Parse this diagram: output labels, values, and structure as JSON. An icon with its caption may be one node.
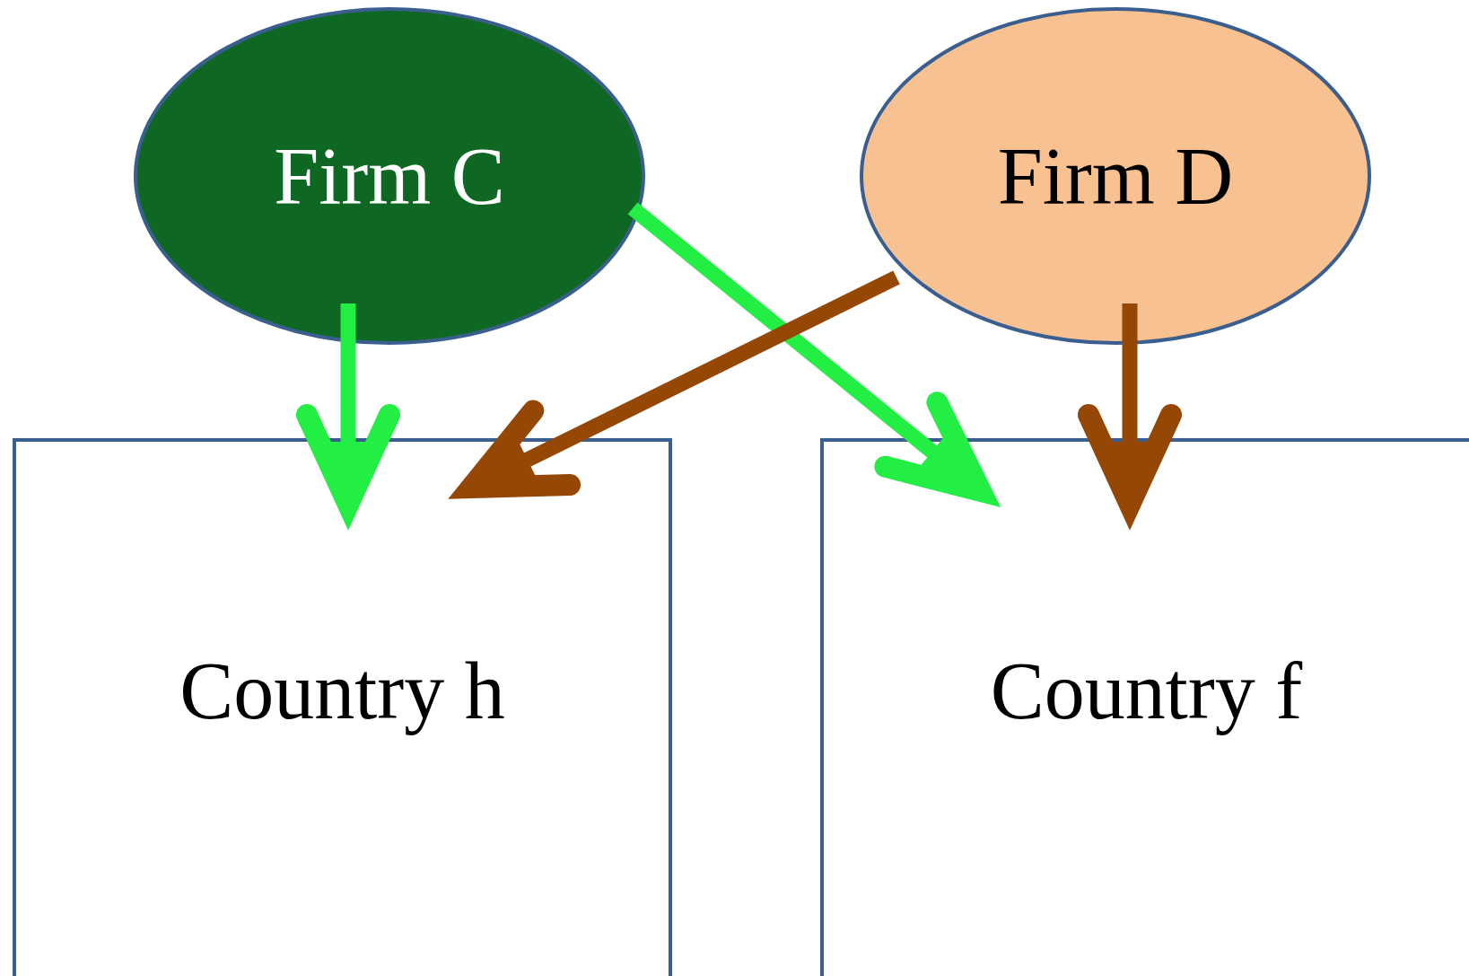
{
  "diagram": {
    "nodes": [
      {
        "text": [
          "Firm C"
        ]
      },
      {
        "text": [
          "Firm D"
        ]
      },
      {
        "text": [
          "Country h"
        ]
      },
      {
        "text": [
          "Country f"
        ]
      }
    ],
    "edges": [
      {
        "from": 0,
        "to": 2,
        "arrow": "to",
        "color": "#22ee44"
      },
      {
        "from": 0,
        "to": 3,
        "arrow": "to",
        "color": "#22ee44"
      },
      {
        "from": 1,
        "to": 2,
        "arrow": "to",
        "color": "#954805"
      },
      {
        "from": 1,
        "to": 3,
        "arrow": "to",
        "color": "#954805"
      }
    ]
  }
}
